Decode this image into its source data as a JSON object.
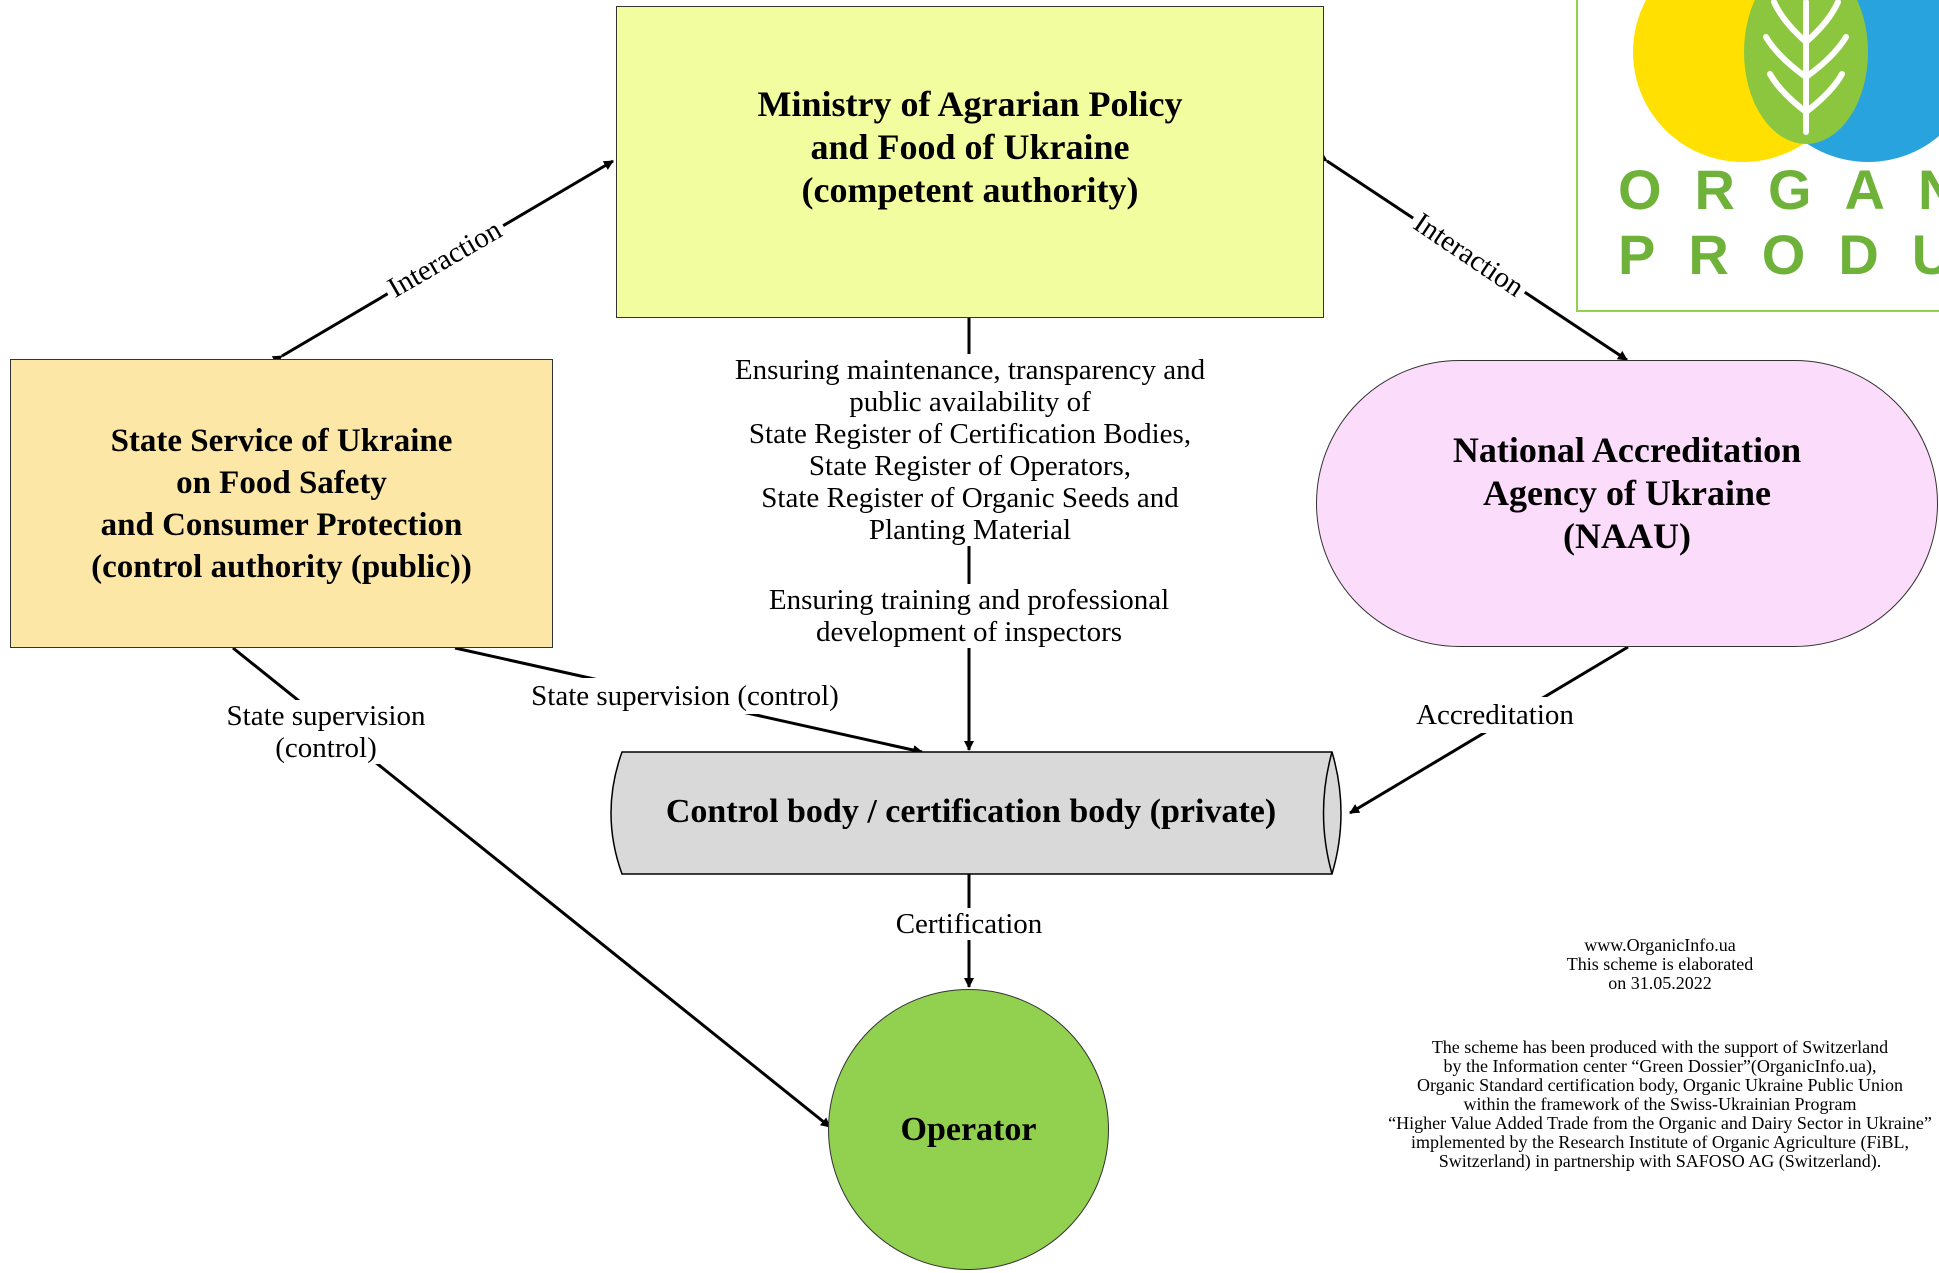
{
  "ministry": {
    "lines": [
      "Ministry of Agrarian Policy",
      "and Food of Ukraine",
      "(competent authority)"
    ],
    "fill": "#f2fd9f"
  },
  "state_service": {
    "lines": [
      "State Service of Ukraine",
      "on Food Safety",
      "and Consumer Protection",
      "(control authority (public))"
    ],
    "fill": "#fde7a6"
  },
  "naau": {
    "lines": [
      "National Accreditation",
      "Agency of Ukraine",
      "(NAAU)"
    ],
    "fill": "#fcdcfb"
  },
  "control_body": {
    "label": "Control body / certification body (private)",
    "fill": "#d9d9d9"
  },
  "operator": {
    "label": "Operator",
    "fill": "#92d050"
  },
  "edges": {
    "interaction_left": "Interaction",
    "interaction_right": "Interaction",
    "ministry_duties": [
      "Ensuring maintenance, transparency and",
      "public availability of",
      "State Register of Certification Bodies,",
      "State Register of Operators,",
      "State Register of Organic Seeds and",
      "Planting Material"
    ],
    "training": [
      "Ensuring training and professional",
      "development of inspectors"
    ],
    "supervision_left": [
      "State supervision",
      "(control)"
    ],
    "supervision_center": "State supervision (control)",
    "accreditation": "Accreditation",
    "certification": "Certification"
  },
  "credits": {
    "site": [
      "www.OrganicInfo.ua",
      "This scheme is elaborated",
      "on 31.05.2022"
    ],
    "support": [
      "The scheme has been produced with the support of Switzerland",
      "by the Information center “Green Dossier”(OrganicInfo.ua),",
      "Organic Standard certification body, Organic Ukraine Public Union",
      "within the framework of the Swiss-Ukrainian Program",
      "“Higher Value Added Trade from the Organic and Dairy Sector in Ukraine”",
      "implemented by the Research Institute of Organic Agriculture (FiBL,",
      "Switzerland) in partnership with SAFOSO AG (Switzerland)."
    ]
  },
  "logo": {
    "line1": "ORGANI",
    "line2": "PRODUC",
    "colors": {
      "yellow": "#ffe000",
      "blue": "#29a3dd",
      "green": "#8cc63f"
    }
  }
}
